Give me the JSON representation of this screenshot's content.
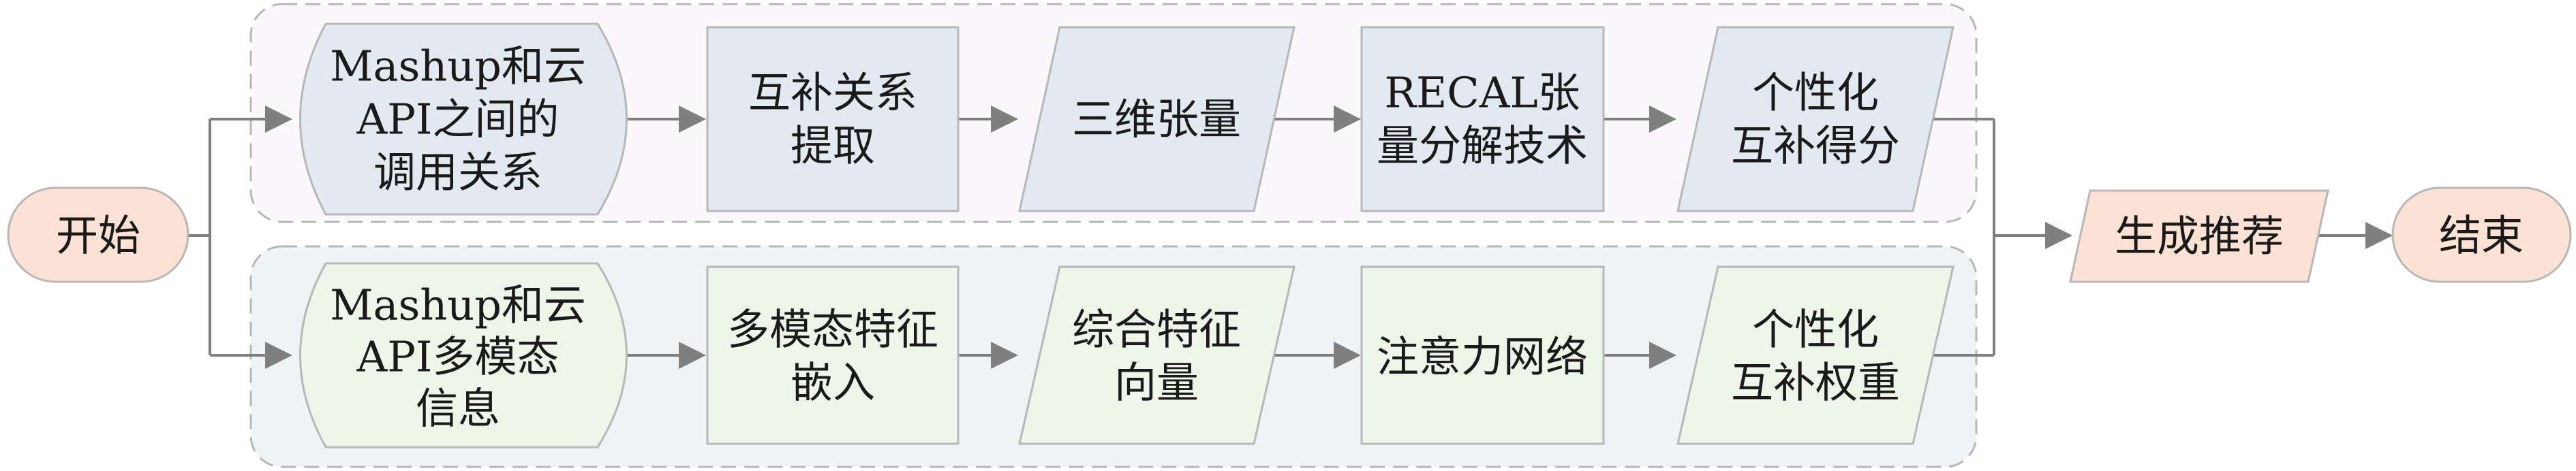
{
  "colors": {
    "top_fill": "#e2e9f1",
    "bottom_fill": "#eef5e9",
    "terminal_fill": "#fbe2d4",
    "output_fill": "#fbe2d4",
    "top_group_bg": "#fbf8fb",
    "bottom_group_bg": "#f0f3f6",
    "border": "#b7b7b7",
    "arrow": "#7f7f7f"
  },
  "nodes": {
    "start": {
      "label": "开始"
    },
    "end": {
      "label": "结束"
    },
    "recommend": {
      "label": "生成推荐"
    },
    "top": [
      {
        "shape": "datastore",
        "lines": [
          "Mashup和云",
          "API之间的",
          "调用关系"
        ]
      },
      {
        "shape": "process",
        "lines": [
          "互补关系",
          "提取"
        ]
      },
      {
        "shape": "data",
        "lines": [
          "三维张量"
        ]
      },
      {
        "shape": "process",
        "lines": [
          "RECAL张",
          "量分解技术"
        ]
      },
      {
        "shape": "data",
        "lines": [
          "个性化",
          "互补得分"
        ]
      }
    ],
    "bottom": [
      {
        "shape": "datastore",
        "lines": [
          "Mashup和云",
          "API多模态",
          "信息"
        ]
      },
      {
        "shape": "process",
        "lines": [
          "多模态特征",
          "嵌入"
        ]
      },
      {
        "shape": "data",
        "lines": [
          "综合特征",
          "向量"
        ]
      },
      {
        "shape": "process",
        "lines": [
          "注意力网络"
        ]
      },
      {
        "shape": "data",
        "lines": [
          "个性化",
          "互补权重"
        ]
      }
    ]
  }
}
